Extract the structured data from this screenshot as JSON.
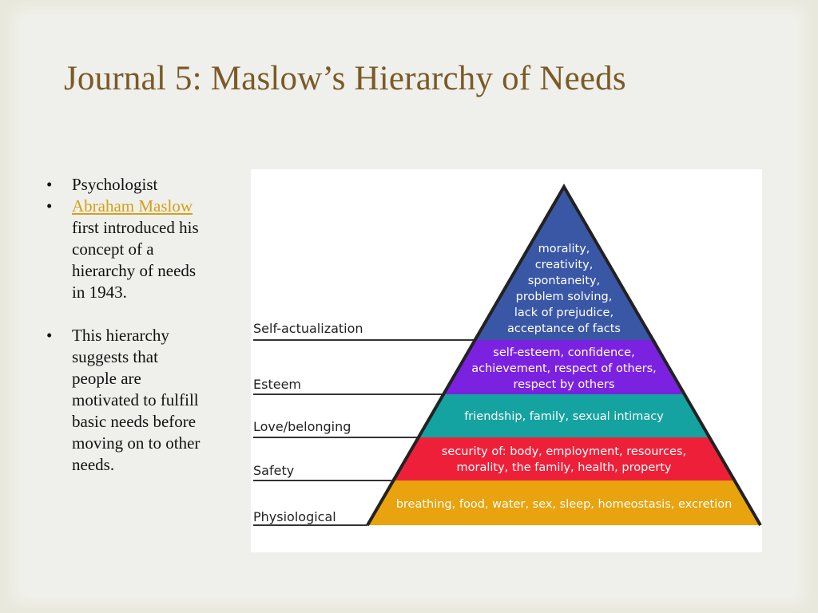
{
  "title": "Journal 5: Maslow’s Hierarchy of Needs",
  "bullets": {
    "b1": "Psychologist",
    "b2_link": "Abraham Maslow",
    "b2_rest": " first introduced his concept of a hierarchy of needs in 1943.",
    "b3": "This hierarchy suggests that people are motivated to fulfill basic needs before moving on to other needs."
  },
  "pyramid": {
    "colors": {
      "self_actualization": "#3a57a5",
      "esteem": "#7b22e0",
      "love": "#14a3a0",
      "safety": "#ee2039",
      "physiological": "#e8a30e",
      "outline": "#222222"
    },
    "levels": [
      {
        "label": "Self-actualization",
        "lines": [
          "morality,",
          "creativity,",
          "spontaneity,",
          "problem solving,",
          "lack of prejudice,",
          "acceptance of facts"
        ]
      },
      {
        "label": "Esteem",
        "lines": [
          "self-esteem, confidence,",
          "achievement, respect of others,",
          "respect by others"
        ]
      },
      {
        "label": "Love/belonging",
        "lines": [
          "friendship, family, sexual intimacy"
        ]
      },
      {
        "label": "Safety",
        "lines": [
          "security of: body, employment, resources,",
          "morality, the family, health, property"
        ]
      },
      {
        "label": "Physiological",
        "lines": [
          "breathing, food, water, sex, sleep, homeostasis, excretion"
        ]
      }
    ]
  }
}
